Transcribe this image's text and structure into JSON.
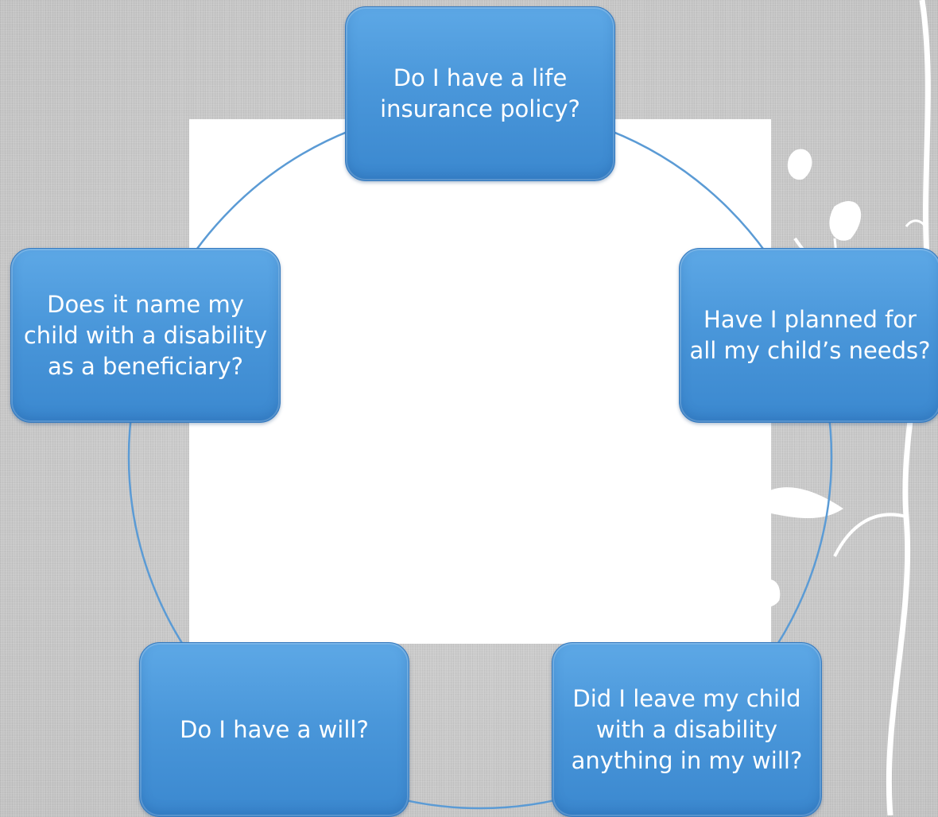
{
  "diagram": {
    "nodes": [
      {
        "id": "top",
        "text": "Do I have a life insurance policy?"
      },
      {
        "id": "right",
        "text": "Have I planned for all my child’s needs?"
      },
      {
        "id": "bottom-right",
        "text": "Did I leave my child with a disability anything in my will?"
      },
      {
        "id": "bottom-left",
        "text": "Do I have a will?"
      },
      {
        "id": "left",
        "text": "Does it name my child with a disability as a beneficiary?"
      }
    ],
    "colors": {
      "node_fill": "#4a97da",
      "node_border": "#3479be",
      "node_text": "#ffffff",
      "ring": "#5b9bd5",
      "background": "#c9c9c9",
      "panel": "#ffffff"
    }
  }
}
